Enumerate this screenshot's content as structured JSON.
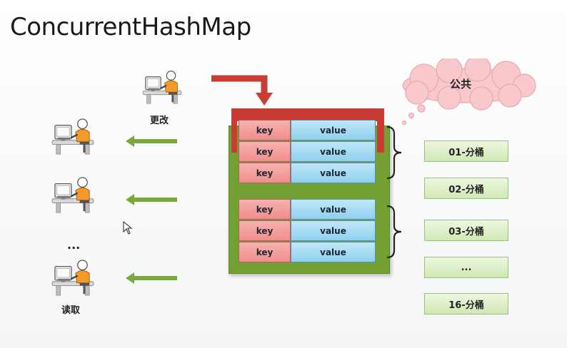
{
  "title": "ConcurrentHashMap",
  "writer_label": "更改",
  "reader_label": "读取",
  "reader_ellipsis": "...",
  "cloud_label": "公共",
  "segments": [
    {
      "rows": [
        {
          "key": "key",
          "value": "value"
        },
        {
          "key": "key",
          "value": "value"
        },
        {
          "key": "key",
          "value": "value"
        }
      ]
    },
    {
      "rows": [
        {
          "key": "key",
          "value": "value"
        },
        {
          "key": "key",
          "value": "value"
        },
        {
          "key": "key",
          "value": "value"
        }
      ]
    }
  ],
  "buckets": [
    "01-分桶",
    "02-分桶",
    "03-分桶",
    "...",
    "16-分桶"
  ],
  "colors": {
    "lock_red": "#c83c34",
    "segment_green": "#73a032",
    "arrow_green": "#7aa83a",
    "cloud_pink": "#f8c8cc"
  },
  "icons": {
    "writer": "person-at-computer-icon",
    "reader": "person-at-computer-icon",
    "cursor": "mouse-pointer-icon"
  }
}
